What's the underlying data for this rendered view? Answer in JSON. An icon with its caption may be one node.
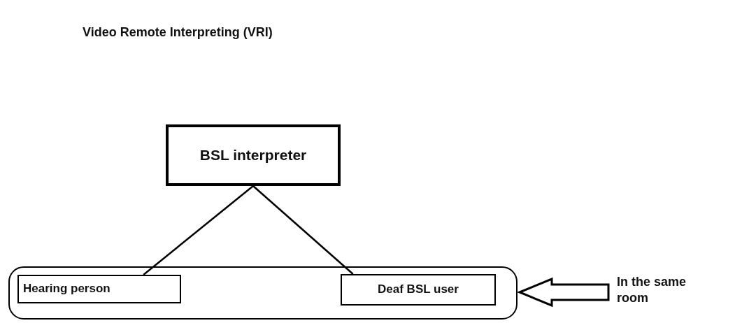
{
  "diagram": {
    "title": "Video Remote Interpreting (VRI)",
    "nodes": [
      {
        "text": [
          "BSL interpreter"
        ]
      },
      {
        "text": [],
        "shape": "box"
      },
      {
        "text": [
          "Hearing person"
        ],
        "in": 1
      },
      {
        "text": [
          "Deaf BSL user"
        ],
        "in": 1
      },
      {
        "text": [
          "In the same room"
        ]
      }
    ],
    "edges": [
      {
        "from": 0,
        "to": 2,
        "arrow": "none"
      },
      {
        "from": 0,
        "to": 3,
        "arrow": "none"
      },
      {
        "from": 4,
        "to": 1,
        "arrow": "to",
        "style": "thick"
      }
    ]
  }
}
